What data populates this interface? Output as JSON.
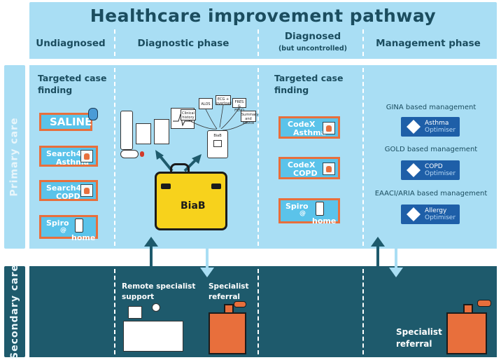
{
  "title": "Healthcare improvement pathway",
  "phases": {
    "undiagnosed": "Undiagnosed",
    "diagnostic": "Diagnostic phase",
    "diagnosed": "Diagnosed",
    "diagnosed_sub": "(but uncontrolled)",
    "management": "Management phase"
  },
  "sides": {
    "primary": "Primary care",
    "secondary": "Secondary care"
  },
  "case_finding_1": {
    "line1": "Targeted case",
    "line2": "finding"
  },
  "case_finding_2": {
    "line1": "Targeted case",
    "line2": "finding"
  },
  "tools_left": {
    "saline": "SALINE",
    "search4_asthma_1": "Search4",
    "search4_asthma_2": "Asthma",
    "search4_copd_1": "Search4",
    "search4_copd_2": "COPD",
    "spiro_1": "Spiro",
    "spiro_at": "@",
    "spiro_2": "home"
  },
  "tools_right": {
    "codex_asthma_1": "CodeX",
    "codex_asthma_2": "Asthma",
    "codex_copd_1": "CodeX",
    "codex_copd_2": "COPD",
    "spiro_1": "Spiro",
    "spiro_at": "@",
    "spiro_2": "home"
  },
  "diagnostic_sketch": {
    "clinical_history": "Clinical history",
    "alos": "ALOS",
    "ecg": "ECG + overload",
    "fres": "FRES & FENO",
    "summary": "Summary and advice",
    "biab_tablet": "BiaB",
    "bag_label": "BiaB"
  },
  "management": [
    {
      "label": "GINA based management",
      "name": "Asthma",
      "sub": "Optimiser"
    },
    {
      "label": "GOLD based management",
      "name": "COPD",
      "sub": "Optimiser"
    },
    {
      "label": "EAACI/ARIA based management",
      "name": "Allergy",
      "sub": "Optimiser"
    }
  ],
  "secondary": {
    "remote_1": "Remote specialist",
    "remote_2": "support",
    "referral1_1": "Specialist",
    "referral1_2": "referral",
    "referral2_1": "Specialist",
    "referral2_2": "referral"
  },
  "colors": {
    "light_panel": "#a9def4",
    "dark_panel": "#1e5a6c",
    "card_fill": "#5bc3ea",
    "card_border": "#e86f3c",
    "optimiser": "#1e5fa8",
    "bag": "#f7d21c"
  }
}
